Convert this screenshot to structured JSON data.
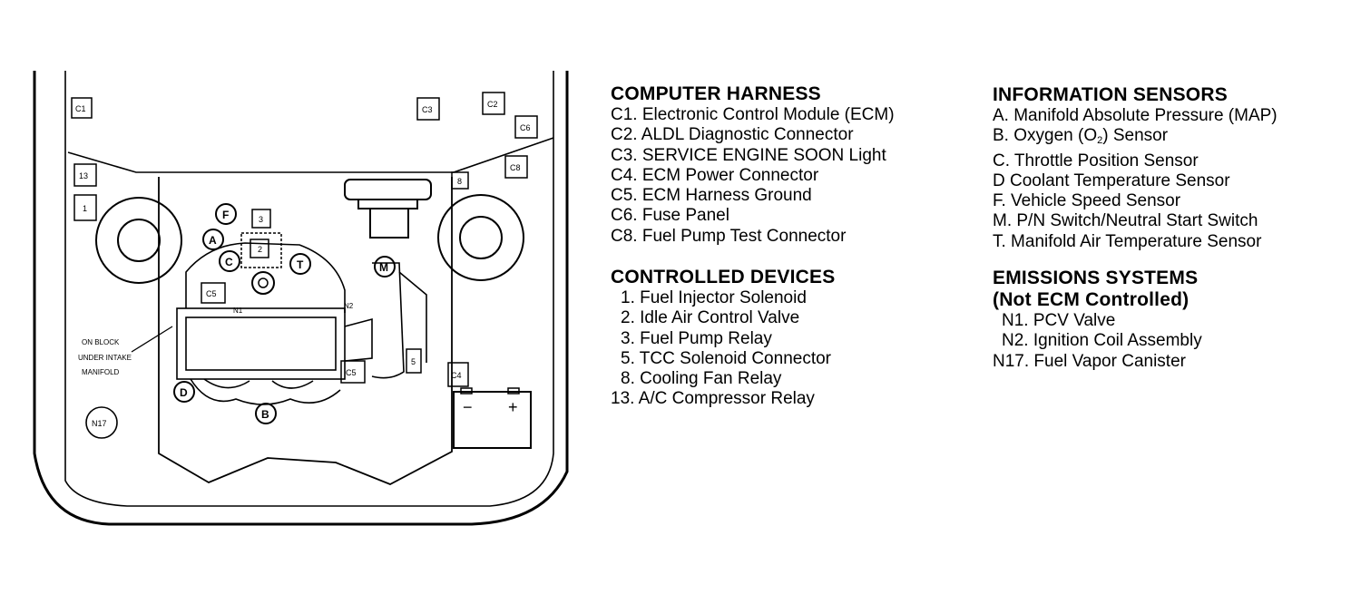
{
  "diagram": {
    "component_labels": {
      "C1": "C1",
      "C2": "C2",
      "C3": "C3",
      "C4": "C4",
      "C5_left": "C5",
      "C5_right": "C5",
      "C6": "C6",
      "C8": "C8",
      "N1": "N1",
      "N2": "N2",
      "N17": "N17",
      "A": "A",
      "B": "B",
      "C": "C",
      "D": "D",
      "F": "F",
      "M": "M",
      "T": "T",
      "n1": "1",
      "n2": "2",
      "n3": "3",
      "n5": "5",
      "n8": "8",
      "n13": "13"
    },
    "side_note": [
      "ON BLOCK",
      "UNDER INTAKE",
      "MANIFOLD"
    ],
    "battery": {
      "minus": "−",
      "plus": "+"
    }
  },
  "legend": {
    "computer_harness": {
      "title": "COMPUTER HARNESS",
      "items": [
        "C1. Electronic Control Module (ECM)",
        "C2. ALDL Diagnostic Connector",
        "C3. SERVICE ENGINE SOON Light",
        "C4. ECM Power Connector",
        "C5. ECM Harness Ground",
        "C6. Fuse Panel",
        "C8. Fuel Pump Test Connector"
      ]
    },
    "controlled_devices": {
      "title": "CONTROLLED DEVICES",
      "items": [
        "1. Fuel Injector Solenoid",
        "2. Idle Air Control Valve",
        "3. Fuel Pump Relay",
        "5. TCC Solenoid Connector",
        "8. Cooling Fan Relay",
        "13. A/C Compressor Relay"
      ]
    },
    "information_sensors": {
      "title": "INFORMATION SENSORS",
      "items": [
        "A. Manifold Absolute Pressure (MAP)",
        "B. Oxygen (O",
        "C. Throttle Position Sensor",
        "D  Coolant Temperature Sensor",
        "F. Vehicle Speed Sensor",
        "M. P/N Switch/Neutral Start Switch",
        "T. Manifold Air Temperature Sensor"
      ],
      "oxygen_subscript": "2",
      "oxygen_suffix": ") Sensor"
    },
    "emissions_systems": {
      "title": "EMISSIONS SYSTEMS",
      "subtitle": "(Not ECM Controlled)",
      "items": [
        "N1. PCV Valve",
        "N2. Ignition Coil Assembly",
        "N17. Fuel Vapor Canister"
      ]
    }
  }
}
